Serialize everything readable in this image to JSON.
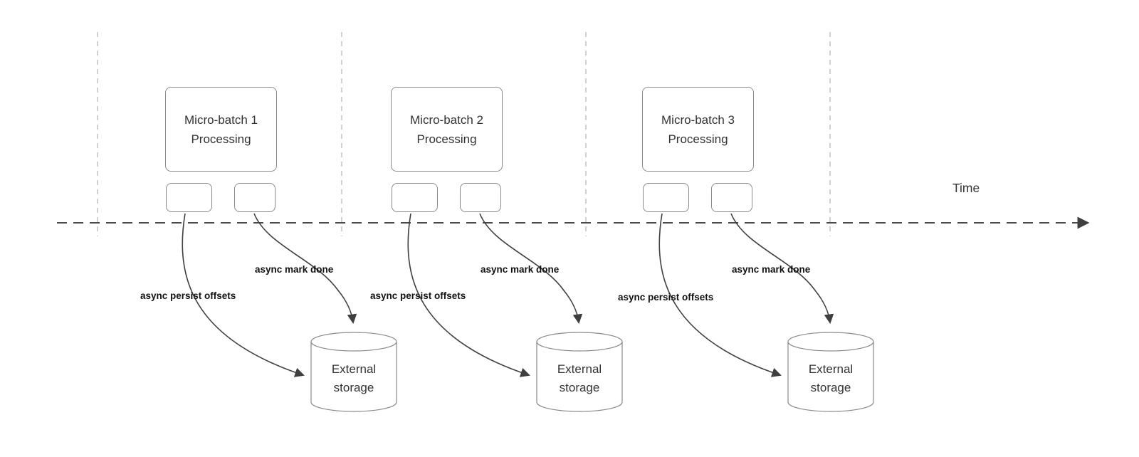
{
  "diagram": {
    "time_label": "Time",
    "labels": {
      "persist": "async persist offsets",
      "mark_done": "async mark done"
    },
    "groups": [
      {
        "box_line1": "Micro-batch 1",
        "box_line2": "Processing",
        "persist_label": "async persist offsets",
        "mark_done_label": "async mark done",
        "storage_line1": "External",
        "storage_line2": "storage"
      },
      {
        "box_line1": "Micro-batch 2",
        "box_line2": "Processing",
        "persist_label": "async persist offsets",
        "mark_done_label": "async mark done",
        "storage_line1": "External",
        "storage_line2": "storage"
      },
      {
        "box_line1": "Micro-batch 3",
        "box_line2": "Processing",
        "persist_label": "async persist offsets",
        "mark_done_label": "async mark done",
        "storage_line1": "External",
        "storage_line2": "storage"
      }
    ],
    "colors": {
      "border": "#8a8a8a",
      "arrow": "#3f3f3f",
      "gridline": "#c2c2c2",
      "text": "#333333"
    }
  }
}
